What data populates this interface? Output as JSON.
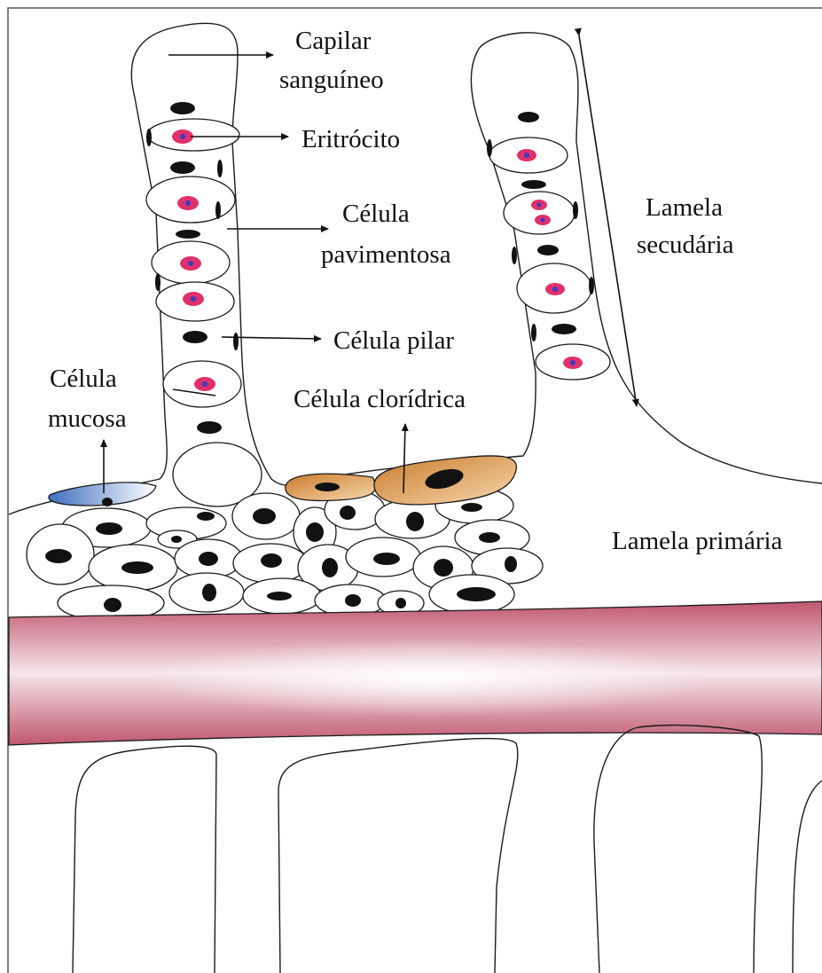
{
  "diagram": {
    "labels": {
      "capilar": [
        "Capilar",
        "sanguíneo"
      ],
      "eritrocito": "Eritrócito",
      "celula_pavimentosa": [
        "Célula",
        "pavimentosa"
      ],
      "celula_pilar": "Célula pilar",
      "celula_mucosa": [
        "Célula",
        "mucosa"
      ],
      "celula_cloridrica": "Célula clorídrica",
      "lamela_secundaria": [
        "Lamela",
        "secudária"
      ],
      "lamela_primaria": "Lamela primária"
    },
    "colors": {
      "erythrocyte": "#e0306a",
      "erythrocyte_nucleus": "#3b3bbd",
      "mucous_cell": "#5b86cc",
      "chloride_cell": "#d9943f",
      "cartilage_band": "#c4607a",
      "outline": "#1a1a1a"
    }
  }
}
